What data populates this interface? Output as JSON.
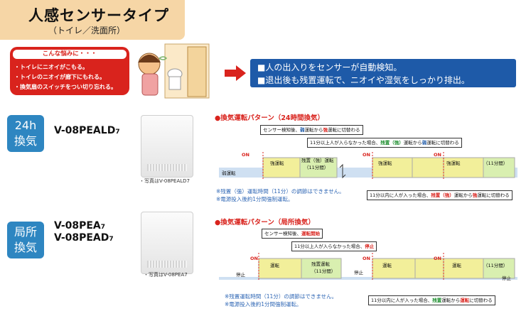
{
  "header": {
    "title": "人感センサータイプ",
    "subtitle": "（トイレ／洗面所）"
  },
  "worry": {
    "heading": "こんな悩みに・・・",
    "items": [
      "・トイレにニオイがこもる。",
      "・トイレのニオイが廊下にもれる。",
      "・換気扇のスイッチをつい切り忘れる。"
    ]
  },
  "benefits": [
    "■人の出入りをセンサーが自動検知。",
    "■退出後も残置運転で、ニオイや湿気をしっかり排出。"
  ],
  "mode24": {
    "badge_top": "24h",
    "badge_bottom": "換気",
    "model": "V-08PEALD",
    "model_sub": "7",
    "photo_caption": "・写真はV-08PEALD7",
    "pattern_title": "●換気運転パターン（24時間換気）",
    "callout1_a": "センサー検知後、",
    "callout1_b": "弱",
    "callout1_c": "運転から",
    "callout1_d": "強",
    "callout1_e": "運転に切替わる",
    "callout2_a": "11分以上人が入らなかった場合、",
    "callout2_b": "残置（強）",
    "callout2_c": "運転から",
    "callout2_d": "弱",
    "callout2_e": "運転に切替わる",
    "callout3_a": "11分以内に人が入った場合、",
    "callout3_b": "残置（強）",
    "callout3_c": "運転から",
    "callout3_d": "強",
    "callout3_e": "運転に切替わる",
    "on": "ON",
    "seg_weak": "弱運転",
    "seg_strong": "強運転",
    "seg_resid": "残置（強）運転",
    "seg_min": "（11分間）",
    "note1": "※残置（強）運転時間（11分）の調節はできません。",
    "note2": "※電源投入後約1分間強制運転。"
  },
  "modeLocal": {
    "badge_top": "局所",
    "badge_bottom": "換気",
    "model1": "V-08PEA",
    "model1_sub": "7",
    "model2": "V-08PEAD",
    "model2_sub": "7",
    "photo_caption": "・写真はV-08PEA7",
    "pattern_title": "●換気運転パターン（局所換気）",
    "callout1_a": "センサー検知後、",
    "callout1_b": "運転開始",
    "callout2_a": "11分以上人が入らなかった場合、",
    "callout2_b": "停止",
    "callout3_a": "11分以内に人が入った場合、",
    "callout3_b": "残置",
    "callout3_c": "運転から",
    "callout3_d": "運転",
    "callout3_e": "に切替わる",
    "on": "ON",
    "seg_stop": "停止",
    "seg_run": "運転",
    "seg_resid": "残置運転",
    "seg_min": "（11分間）",
    "note1": "※残置運転時間（11分）の調節はできません。",
    "note2": "※電源投入後約1分間強制運転。"
  },
  "colors": {
    "accent_red": "#d9231d",
    "badge_blue": "#2e86c1",
    "benefit_blue": "#1e5aa8",
    "weak_band": "#cfe0f2",
    "strong_band": "#f2ef9a",
    "resid_band": "#d9efb0"
  }
}
